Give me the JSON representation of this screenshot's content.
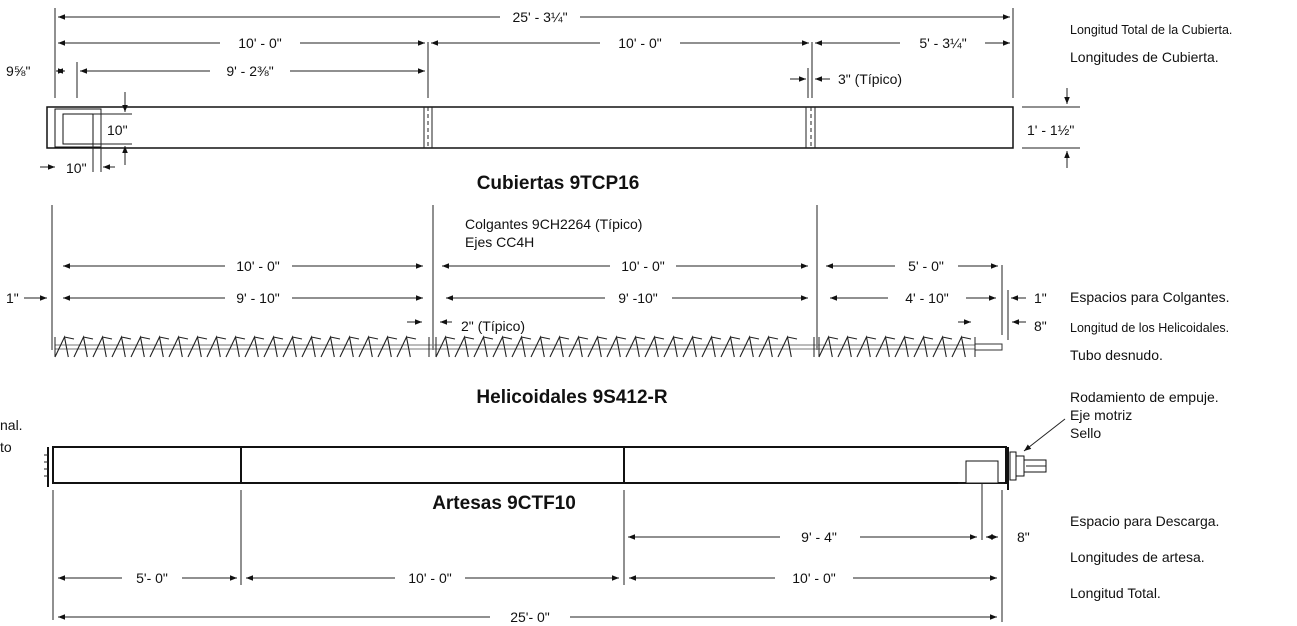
{
  "cover": {
    "title": "Cubiertas 9TCP16",
    "dims": {
      "total": "25' - 3¼\"",
      "sec1": "10' - 0\"",
      "sec2": "10' - 0\"",
      "sec3": "5' - 3¼\"",
      "left_gap": "9⅝\"",
      "first_len": "9' - 2⅜\"",
      "typical_gap": "3\" (Típico)",
      "box_h": "10\"",
      "box_w": "10\"",
      "height": "1' - 1½\""
    },
    "notes": [
      "Longitud Total de la Cubierta.",
      "Longitudes de Cubierta."
    ]
  },
  "screw": {
    "title": "Helicoidales 9S412-R",
    "hangers_note": "Colgantes 9CH2264 (Típico)",
    "shafts_note": "Ejes CC4H",
    "dims": {
      "sec1": "10' - 0\"",
      "sec2": "10' - 0\"",
      "sec3": "5' - 0\"",
      "flight1": "9' - 10\"",
      "flight2": "9' -10\"",
      "flight3": "4' - 10\"",
      "left_gap": "1\"",
      "right_gap": "1\"",
      "typical_gap": "2\" (Típico)",
      "bare_tube": "8\""
    },
    "notes": [
      "Espacios para Colgantes.",
      "Longitud de los Helicoidales.",
      "Tubo desnudo."
    ]
  },
  "trough": {
    "title": "Artesas 9CTF10",
    "left_notes": [
      "nal.",
      "to"
    ],
    "right_labels": [
      "Rodamiento de empuje.",
      "Eje motriz",
      "Sello"
    ],
    "dims": {
      "discharge_pos": "9' - 4\"",
      "discharge_gap": "8\"",
      "sec1": "5'- 0\"",
      "sec2": "10' - 0\"",
      "sec3": "10' - 0\"",
      "total": "25'- 0\""
    },
    "notes": [
      "Espacio para Descarga.",
      "Longitudes de artesa.",
      "Longitud Total."
    ]
  }
}
